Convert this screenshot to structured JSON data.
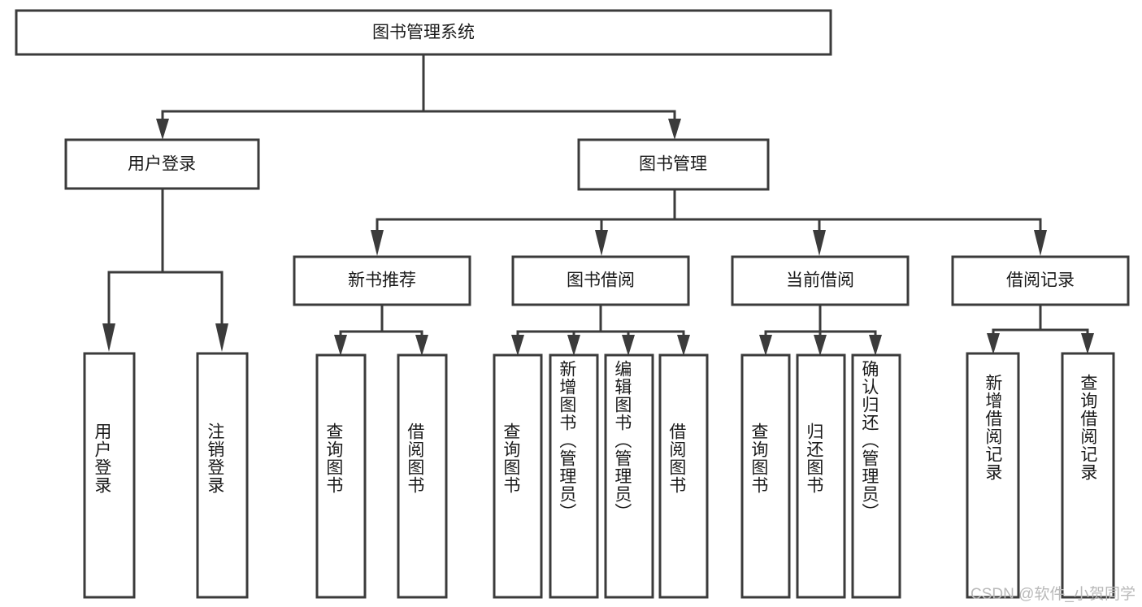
{
  "diagram": {
    "type": "tree-hierarchy",
    "title": "图书管理系统",
    "root": {
      "id": "root",
      "label": "图书管理系统"
    },
    "level2": [
      {
        "id": "user-login",
        "label": "用户登录"
      },
      {
        "id": "book-management",
        "label": "图书管理"
      }
    ],
    "level3": [
      {
        "id": "new-book-recommend",
        "label": "新书推荐",
        "parent": "book-management"
      },
      {
        "id": "book-borrow",
        "label": "图书借阅",
        "parent": "book-management"
      },
      {
        "id": "current-borrow",
        "label": "当前借阅",
        "parent": "book-management"
      },
      {
        "id": "borrow-record",
        "label": "借阅记录",
        "parent": "book-management"
      }
    ],
    "leaves": {
      "user-login": [
        {
          "id": "leaf-user-login",
          "label": "用户登录"
        },
        {
          "id": "leaf-user-logout",
          "label": "注销登录"
        }
      ],
      "new-book-recommend": [
        {
          "id": "leaf-query-book-1",
          "label": "查询图书"
        },
        {
          "id": "leaf-borrow-book-1",
          "label": "借阅图书"
        }
      ],
      "book-borrow": [
        {
          "id": "leaf-query-book-2",
          "label": "查询图书"
        },
        {
          "id": "leaf-add-book",
          "label": "新增图书（管理员）"
        },
        {
          "id": "leaf-edit-book",
          "label": "编辑图书（管理员）"
        },
        {
          "id": "leaf-borrow-book-2",
          "label": "借阅图书"
        }
      ],
      "current-borrow": [
        {
          "id": "leaf-query-book-3",
          "label": "查询图书"
        },
        {
          "id": "leaf-return-book",
          "label": "归还图书"
        },
        {
          "id": "leaf-confirm-return",
          "label": "确认归还（管理员）"
        }
      ],
      "borrow-record": [
        {
          "id": "leaf-add-record",
          "label": "新增借阅记录"
        },
        {
          "id": "leaf-query-record",
          "label": "查询借阅记录"
        }
      ]
    },
    "colors": {
      "stroke": "#3b3b3b",
      "fill": "#ffffff",
      "text": "#1a1a1a",
      "watermark": "#b9b9b9",
      "background": "#ffffff"
    }
  },
  "watermark": {
    "text": "CSDN @软件_小贺同学"
  }
}
